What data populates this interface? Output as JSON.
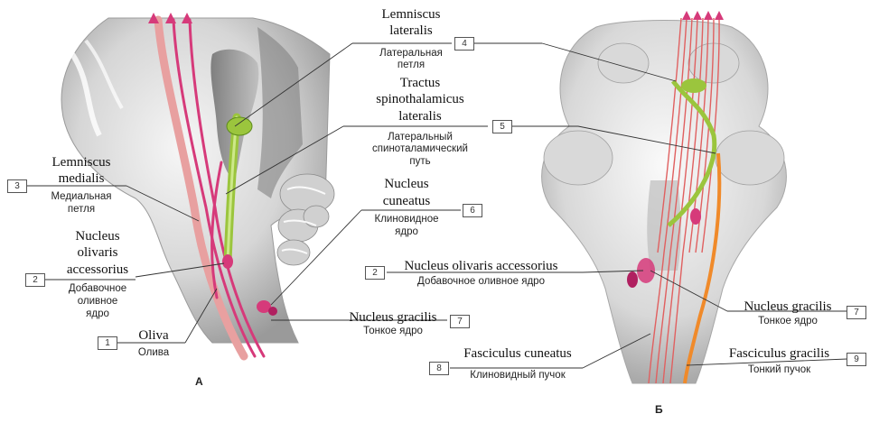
{
  "panels": {
    "a": "А",
    "b": "Б"
  },
  "labels": {
    "l1": {
      "num": "1",
      "latin": "Oliva",
      "russian": "Олива"
    },
    "l2a": {
      "num": "2",
      "latin": [
        "Nucleus",
        "olivaris",
        "accessorius"
      ],
      "russian": [
        "Добавочное",
        "оливное",
        "ядро"
      ]
    },
    "l2b": {
      "num": "2",
      "latin": "Nucleus olivaris accessorius",
      "russian": "Добавочное оливное ядро"
    },
    "l3": {
      "num": "3",
      "latin": [
        "Lemniscus",
        "medialis"
      ],
      "russian": [
        "Медиальная",
        "петля"
      ]
    },
    "l4": {
      "num": "4",
      "latin": [
        "Lemniscus",
        "lateralis"
      ],
      "russian": [
        "Латеральная",
        "петля"
      ]
    },
    "l5": {
      "num": "5",
      "latin": [
        "Tractus",
        "spinothalamicus",
        "lateralis"
      ],
      "russian": [
        "Латеральный",
        "спиноталамический",
        "путь"
      ]
    },
    "l6": {
      "num": "6",
      "latin": [
        "Nucleus",
        "cuneatus"
      ],
      "russian": [
        "Клиновидное",
        "ядро"
      ]
    },
    "l7a": {
      "num": "7",
      "latin": "Nucleus gracilis",
      "russian": "Тонкое ядро"
    },
    "l7b": {
      "num": "7",
      "latin": "Nucleus gracilis",
      "russian": "Тонкое ядро"
    },
    "l8": {
      "num": "8",
      "latin": "Fasciculus cuneatus",
      "russian": "Клиновидный пучок"
    },
    "l9": {
      "num": "9",
      "latin": "Fasciculus gracilis",
      "russian": "Тонкий пучок"
    }
  },
  "colors": {
    "tract_medial": "#d63a7a",
    "tract_spinothalamic": "#e8a0a0",
    "tract_lateral": "#9bc53d",
    "tract_gracilis": "#f08a2a",
    "tissue_light": "#e9e9e9",
    "tissue_mid": "#c9c9c9",
    "tissue_dark": "#8a8a8a"
  }
}
